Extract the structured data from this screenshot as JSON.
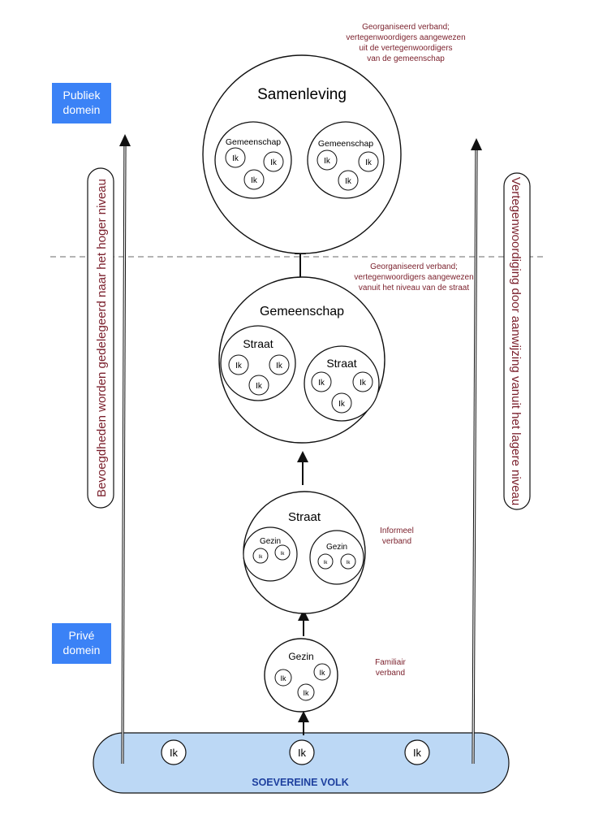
{
  "colors": {
    "annotation": "#7a1f2b",
    "domain_box": "#3b82f6",
    "domain_text": "#ffffff",
    "base_fill": "#bcd8f5",
    "base_label": "#1d3f9e",
    "stroke": "#111111",
    "dashed_line": "#888888"
  },
  "domains": {
    "public": [
      "Publiek",
      "domein"
    ],
    "private": [
      "Privé",
      "domein"
    ]
  },
  "side_labels": {
    "left": "Bevoegdheden worden gedelegeerd naar het hoger niveau",
    "right": "Vertegenwoordiging door aanwijzing vanuit het lagere niveau"
  },
  "annotations": {
    "samenleving": [
      "Georganiseerd verband;",
      "vertegenwoordigers aangewezen",
      "uit de vertegenwoordigers",
      "van de gemeenschap"
    ],
    "gemeenschap": [
      "Georganiseerd verband;",
      "vertegenwoordigers aangewezen",
      "vanuit het niveau van de straat"
    ],
    "straat": [
      "Informeel",
      "verband"
    ],
    "gezin": [
      "Familiair",
      "verband"
    ]
  },
  "levels": {
    "samenleving": {
      "title": "Samenleving",
      "child_title": "Gemeenschap",
      "member": "Ik"
    },
    "gemeenschap": {
      "title": "Gemeenschap",
      "child_title": "Straat",
      "member": "Ik"
    },
    "straat": {
      "title": "Straat",
      "child_title": "Gezin",
      "member": "Ik"
    },
    "gezin": {
      "title": "Gezin",
      "member": "Ik"
    }
  },
  "base": {
    "label": "SOEVEREINE VOLK",
    "members": [
      "Ik",
      "Ik",
      "Ik"
    ]
  }
}
